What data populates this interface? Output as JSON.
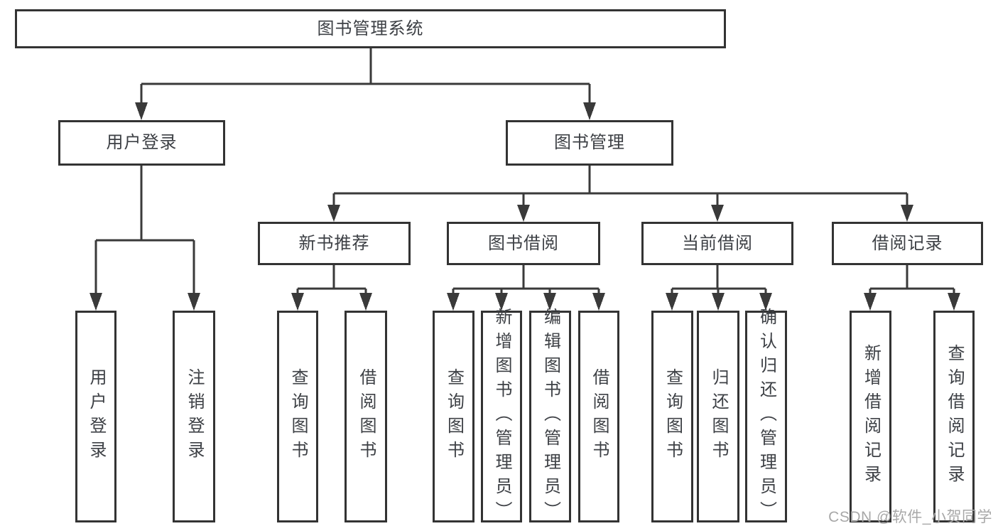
{
  "diagram": {
    "root": {
      "label": "图书管理系统"
    },
    "level2": [
      {
        "label": "用户登录"
      },
      {
        "label": "图书管理"
      }
    ],
    "level3": [
      {
        "label": "新书推荐"
      },
      {
        "label": "图书借阅"
      },
      {
        "label": "当前借阅"
      },
      {
        "label": "借阅记录"
      }
    ],
    "leaves": [
      {
        "label": "用户登录"
      },
      {
        "label": "注销登录"
      },
      {
        "label": "查询图书"
      },
      {
        "label": "借阅图书"
      },
      {
        "label": "查询图书"
      },
      {
        "label": "新增图书（管理员）"
      },
      {
        "label": "编辑图书（管理员）"
      },
      {
        "label": "借阅图书"
      },
      {
        "label": "查询图书"
      },
      {
        "label": "归还图书"
      },
      {
        "label": "确认归还（管理员）"
      },
      {
        "label": "新增借阅记录"
      },
      {
        "label": "查询借阅记录"
      }
    ]
  },
  "watermark": {
    "text": "CSDN @软件_小贺同学"
  },
  "colors": {
    "line": "#3a3a3a",
    "box_border": "#333333",
    "text": "#3d4045",
    "watermark": "#a8a8a8"
  }
}
